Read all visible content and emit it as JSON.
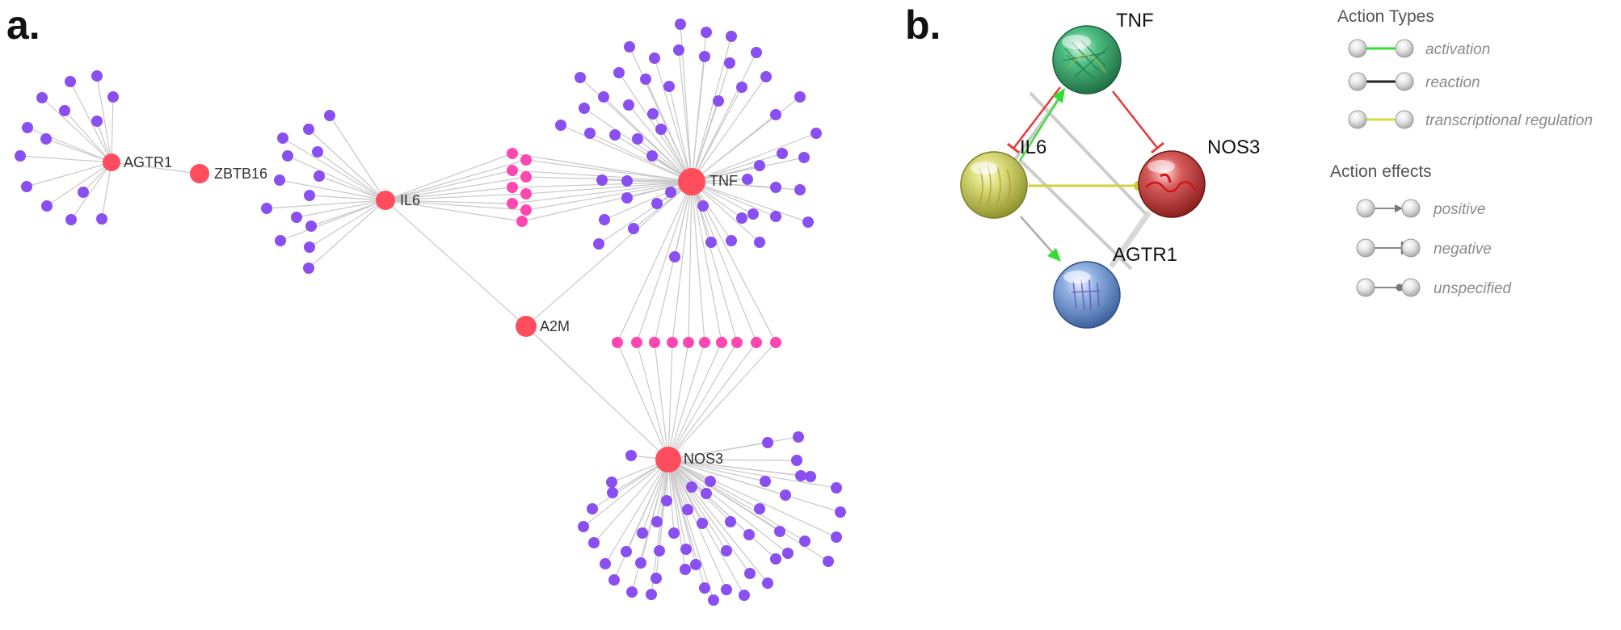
{
  "panel_a": {
    "label": "a.",
    "colors": {
      "hub": "#ff4d5e",
      "leaf": "#8a4ff0",
      "shared": "#ff47b2",
      "edge": "#c8c8c8"
    },
    "hubs": [
      {
        "id": "AGTR1",
        "label": "AGTR1"
      },
      {
        "id": "ZBTB16",
        "label": "ZBTB16"
      },
      {
        "id": "IL6",
        "label": "IL6"
      },
      {
        "id": "TNF",
        "label": "TNF"
      },
      {
        "id": "A2M",
        "label": "A2M"
      },
      {
        "id": "NOS3",
        "label": "NOS3"
      }
    ]
  },
  "panel_b": {
    "label": "b.",
    "nodes": [
      {
        "id": "TNF",
        "label": "TNF",
        "color": "#3aa56a"
      },
      {
        "id": "IL6",
        "label": "IL6",
        "color": "#c8cc56"
      },
      {
        "id": "NOS3",
        "label": "NOS3",
        "color": "#c43a3a"
      },
      {
        "id": "AGTR1",
        "label": "AGTR1",
        "color": "#5f88c8"
      }
    ],
    "edges": [
      {
        "from": "IL6",
        "to": "TNF",
        "type": "activation",
        "effect": "positive"
      },
      {
        "from": "TNF",
        "to": "IL6",
        "type": "inhibition",
        "effect": "negative"
      },
      {
        "from": "TNF",
        "to": "NOS3",
        "type": "inhibition",
        "effect": "negative"
      },
      {
        "from": "IL6",
        "to": "NOS3",
        "type": "transcriptional regulation",
        "effect": "unspecified"
      },
      {
        "from": "IL6",
        "to": "AGTR1",
        "type": "activation",
        "effect": "positive"
      },
      {
        "from": "NOS3",
        "to": "AGTR1",
        "type": "association",
        "effect": "unspecified"
      }
    ]
  },
  "legend": {
    "action_types_title": "Action Types",
    "action_types": [
      {
        "label": "activation",
        "color": "#33dd33"
      },
      {
        "label": "reaction",
        "color": "#222222"
      },
      {
        "label": "transcriptional regulation",
        "color": "#d8dc3a"
      }
    ],
    "action_effects_title": "Action effects",
    "action_effects": [
      {
        "label": "positive",
        "marker": "arrow"
      },
      {
        "label": "negative",
        "marker": "bar"
      },
      {
        "label": "unspecified",
        "marker": "dot"
      }
    ]
  }
}
